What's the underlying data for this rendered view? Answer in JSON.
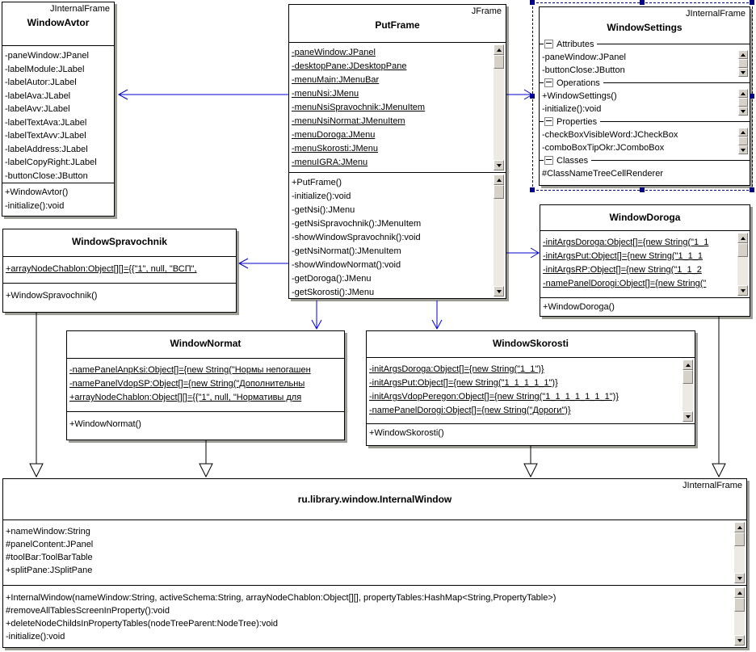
{
  "diagram": {
    "colors": {
      "association_arrow": "#0000cc",
      "generalization_line": "#000000",
      "selection": "#000080",
      "box_shadow": "#9d9d96",
      "background": "#ffffff"
    },
    "icons": {
      "collapse": "minus-box",
      "scroll_up": "triangle-up",
      "scroll_down": "triangle-down"
    }
  },
  "classes": {
    "windowAvtor": {
      "stereotype": "JInternalFrame",
      "name": "WindowAvtor",
      "attributes": [
        "-paneWindow:JPanel",
        "-labelModule:JLabel",
        "-labelAutor:JLabel",
        "-labelAva:JLabel",
        "-labelAvv:JLabel",
        "-labelTextAva:JLabel",
        "-labelTextAvv:JLabel",
        "-labelAddress:JLabel",
        "-labelCopyRight:JLabel",
        "-buttonClose:JButton"
      ],
      "operations": [
        "+WindowAvtor()",
        "-initialize():void"
      ]
    },
    "putFrame": {
      "stereotype": "JFrame",
      "name": "PutFrame",
      "attributes": [
        "-paneWindow:JPanel",
        "-desktopPane:JDesktopPane",
        "-menuMain:JMenuBar",
        "-menuNsi:JMenu",
        "-menuNsiSpravochnik:JMenuItem",
        "-menuNsiNormat:JMenuItem",
        "-menuDoroga:JMenu",
        "-menuSkorosti:JMenu",
        "-menuIGRA:JMenu"
      ],
      "operations": [
        "+PutFrame()",
        "-initialize():void",
        "-getNsi():JMenu",
        "-getNsiSpravochnik():JMenuItem",
        "-showWindowSpravochnik():void",
        "-getNsiNormat():JMenuItem",
        "-showWindowNormat():void",
        "-getDoroga():JMenu",
        "-getSkorosti():JMenu"
      ]
    },
    "windowSettings": {
      "stereotype": "JInternalFrame",
      "name": "WindowSettings",
      "sections": [
        {
          "label": "Attributes",
          "items": [
            "-paneWindow:JPanel",
            "-buttonClose:JButton"
          ]
        },
        {
          "label": "Operations",
          "items": [
            "+WindowSettings()",
            "-initialize():void"
          ]
        },
        {
          "label": "Properties",
          "items": [
            "-checkBoxVisibleWord:JCheckBox",
            "-comboBoxTipOkr:JComboBox"
          ]
        },
        {
          "label": "Classes",
          "items": [
            "#ClassNameTreeCellRenderer"
          ]
        }
      ]
    },
    "windowSpravochnik": {
      "name": "WindowSpravochnik",
      "attributes": [
        "+arrayNodeChablon:Object[][]={{\"1\", null, \"ВСП\","
      ],
      "operations": [
        "+WindowSpravochnik()"
      ]
    },
    "windowDoroga": {
      "name": "WindowDoroga",
      "attributes": [
        "-initArgsDoroga:Object[]={new String(\"1_1",
        "-initArgsPut:Object[]={new String(\"1_1_1",
        "-initArgsRP:Object[]={new String(\"1_1_2",
        "-namePanelDorogi:Object[]={new String(\""
      ],
      "operations": [
        "+WindowDoroga()"
      ]
    },
    "windowNormat": {
      "name": "WindowNormat",
      "attributes": [
        "-namePanelAnpKsi:Object[]={new String(\"Нормы непогашен",
        "-namePanelVdopSP:Object[]={new String(\"Дополнительны",
        "+arrayNodeChablon:Object[][]={{\"1\", null, \"Нормативы для"
      ],
      "operations": [
        "+WindowNormat()"
      ]
    },
    "windowSkorosti": {
      "name": "WindowSkorosti",
      "attributes": [
        "-initArgsDoroga:Object[]={new String(\"1_1\")}",
        "-initArgsPut:Object[]={new String(\"1_1_1_1_1\")}",
        "-initArgsVdopPeregon:Object[]={new String(\"1_1_1_1_1_1_1\")}",
        "-namePanelDorogi:Object[]={new String(\"Дороги\")}"
      ],
      "operations": [
        "+WindowSkorosti()"
      ]
    },
    "internalWindow": {
      "stereotype": "JInternalFrame",
      "name": "ru.library.window.InternalWindow",
      "attributes": [
        "+nameWindow:String",
        "#panelContent:JPanel",
        "#toolBar:ToolBarTable",
        "+splitPane:JSplitPane"
      ],
      "operations": [
        "+InternalWindow(nameWindow:String, activeSchema:String, arrayNodeChablon:Object[][], propertyTables:HashMap<String,PropertyTable>)",
        "#removeAllTablesScreenInProperty():void",
        "+deleteNodeChildsInPropertyTables(nodeTreeParent:NodeTree):void",
        "-initialize():void"
      ]
    }
  }
}
